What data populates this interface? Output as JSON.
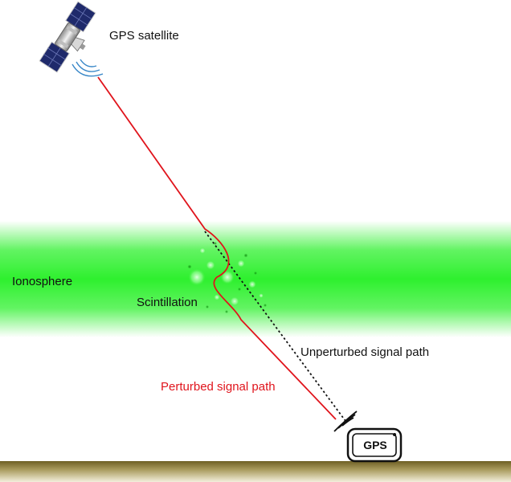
{
  "labels": {
    "satellite": "GPS satellite",
    "ionosphere": "Ionosphere",
    "scintillation": "Scintillation",
    "unperturbed_path": "Unperturbed signal path",
    "perturbed_path": "Perturbed signal path",
    "receiver": "GPS"
  },
  "colors": {
    "ionosphere": "#2ef02e",
    "perturbed_path": "#e0141c",
    "unperturbed_path": "#111111",
    "ground": "#a89a5c",
    "solar_panel": "#1f2a6b",
    "signal_waves": "#3a88c8"
  },
  "icons": [
    "satellite-icon",
    "gps-receiver-icon"
  ]
}
